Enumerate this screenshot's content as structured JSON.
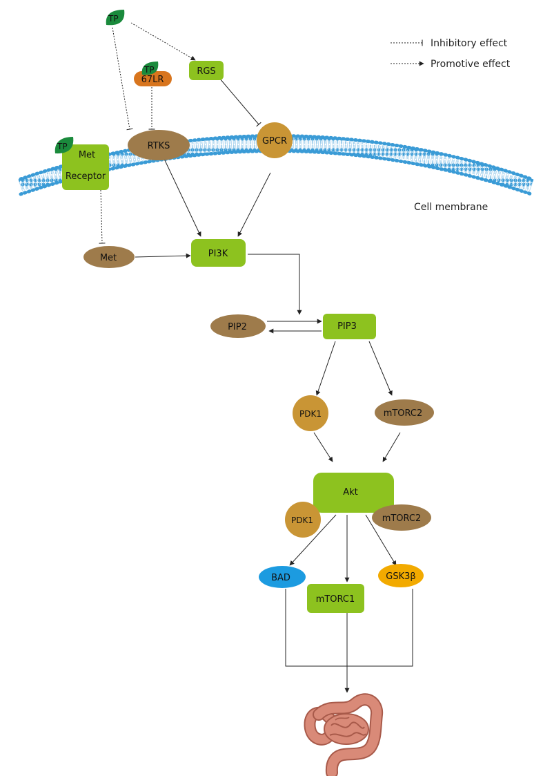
{
  "legend": {
    "inhibitory": "Inhibitory effect",
    "promotive": "Promotive effect"
  },
  "membrane_label": "Cell membrane",
  "nodes": {
    "tp_top": "TP",
    "tp_67lr": "TP",
    "lr67": "67LR",
    "rgs": "RGS",
    "rtks": "RTKS",
    "gpcr": "GPCR",
    "tp_met": "TP",
    "met_receptor_line1": "Met",
    "met_receptor_line2": "Receptor",
    "met": "Met",
    "pi3k": "PI3K",
    "pip2": "PIP2",
    "pip3": "PIP3",
    "pdk1": "PDK1",
    "mtorc2": "mTORC2",
    "akt": "Akt",
    "akt_pdk1": "PDK1",
    "akt_mtorc2": "mTORC2",
    "bad": "BAD",
    "mtorc1": "mTORC1",
    "gsk3b": "GSK3β"
  },
  "colors": {
    "green_box": "#8dc21f",
    "brown_oval": "#9e7b4b",
    "gold_circle": "#c99535",
    "orange_67lr": "#d8751e",
    "tp_leaf": "#1a8a3c",
    "bad_blue": "#1c9be0",
    "gsk_yellow": "#f2aa00",
    "membrane_blue": "#3a9bd6",
    "intestine": "#d98a78"
  },
  "icons": {
    "tp_leaf": "leaf-icon",
    "intestine": "intestine-icon"
  }
}
